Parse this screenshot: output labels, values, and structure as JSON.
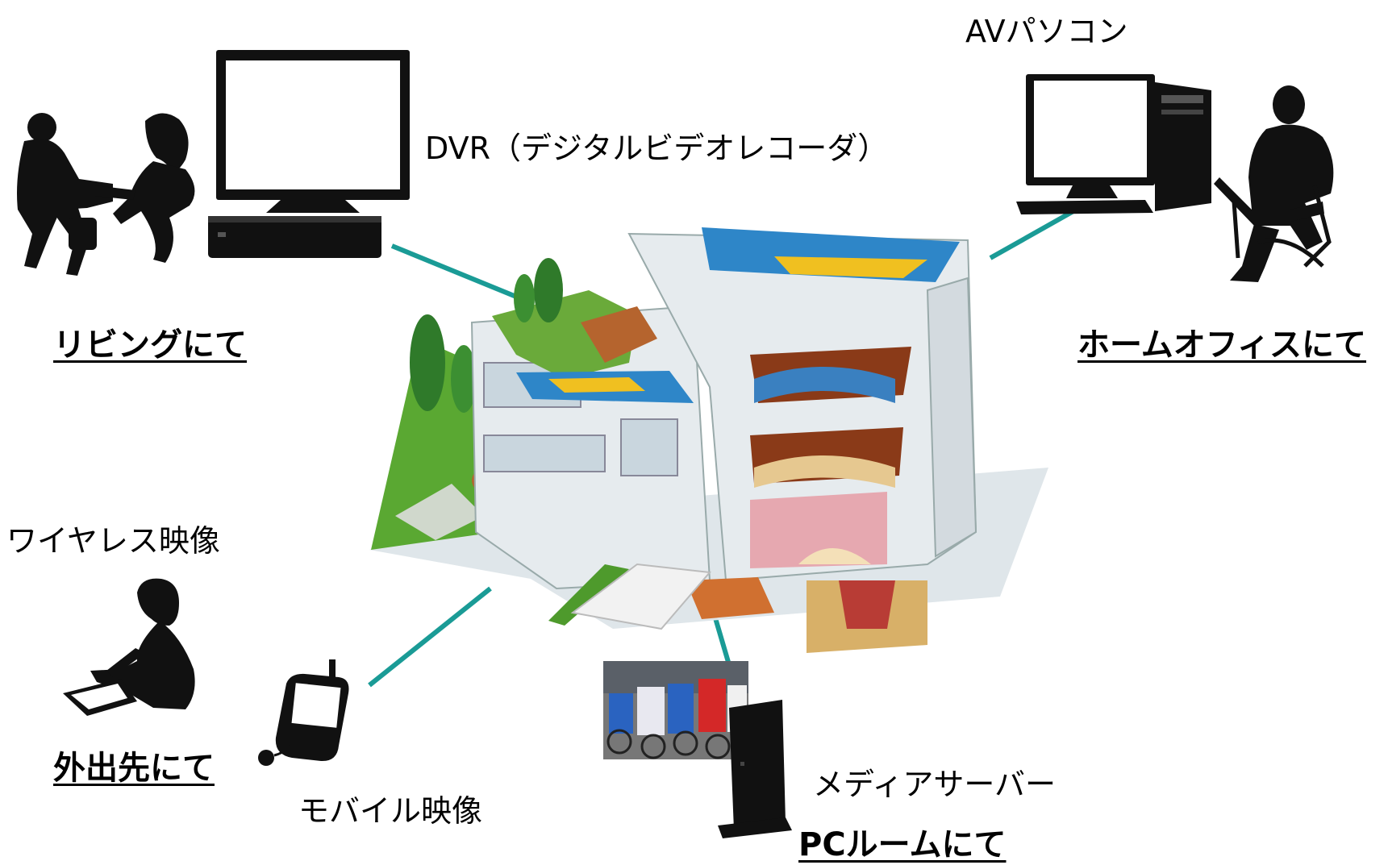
{
  "locations": {
    "living": "リビングにて",
    "home_office": "ホームオフィスにて",
    "outside": "外出先にて",
    "pc_room": "PCルームにて"
  },
  "devices": {
    "dvr": "DVR（デジタルビデオレコーダ）",
    "av_pc": "AVパソコン",
    "wireless_video": "ワイヤレス映像",
    "mobile_video": "モバイル映像",
    "media_server": "メディアサーバー"
  },
  "colors": {
    "connector": "#1a9b96",
    "silhouette": "#111111",
    "wall": "#e6ebee",
    "roof": "#2e86c8",
    "grass": "#5aa832",
    "wood": "#b5642e",
    "accent": "#f0c020"
  },
  "icons": [
    "couple-silhouette",
    "tv-icon",
    "dvr-box-icon",
    "pc-icon",
    "seated-man-silhouette",
    "sitting-woman-laptop-silhouette",
    "pda-icon",
    "server-tower-icon",
    "house-cutaway"
  ]
}
